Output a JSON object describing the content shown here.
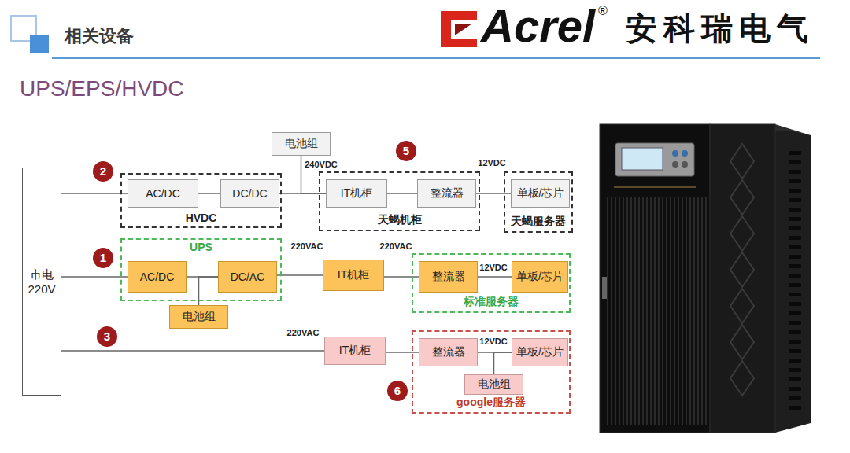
{
  "diagram": {
    "title": "相关设备",
    "nodes": [
      {
        "text": [
          "市电 220V"
        ]
      },
      {
        "text": [
          "HVDC"
        ]
      },
      {
        "text": [
          "AC/DC"
        ],
        "in": 1
      },
      {
        "text": [
          "DC/DC"
        ],
        "in": 1
      },
      {
        "text": [
          "电池组"
        ]
      },
      {
        "text": [
          "天蝎机柜"
        ]
      },
      {
        "text": [
          "IT机柜"
        ],
        "in": 5
      },
      {
        "text": [
          "整流器"
        ],
        "in": 5
      },
      {
        "text": [
          "天蝎服务器"
        ]
      },
      {
        "text": [
          "单板/芯片"
        ],
        "in": 8
      },
      {
        "text": [
          "UPS"
        ]
      },
      {
        "text": [
          "AC/DC"
        ],
        "in": 10
      },
      {
        "text": [
          "DC/AC"
        ],
        "in": 10
      },
      {
        "text": [
          "电池组"
        ]
      },
      {
        "text": [
          "IT机柜"
        ]
      },
      {
        "text": [
          "标准服务器"
        ]
      },
      {
        "text": [
          "整流器"
        ],
        "in": 15
      },
      {
        "text": [
          "单板/芯片"
        ],
        "in": 15
      },
      {
        "text": [
          "IT机柜"
        ]
      },
      {
        "text": [
          "google服务器"
        ]
      },
      {
        "text": [
          "整流器"
        ],
        "in": 19
      },
      {
        "text": [
          "单板/芯片"
        ],
        "in": 19
      },
      {
        "text": [
          "电池组"
        ],
        "in": 19
      }
    ],
    "edges": [
      {
        "from": 0,
        "to": 2,
        "arrow": "none"
      },
      {
        "from": 2,
        "to": 3,
        "arrow": "none"
      },
      {
        "from": 3,
        "to": 6,
        "label": "240VDC",
        "arrow": "none"
      },
      {
        "from": 4,
        "to": 6,
        "arrow": "none"
      },
      {
        "from": 6,
        "to": 7,
        "arrow": "none"
      },
      {
        "from": 7,
        "to": 9,
        "label": "12VDC",
        "arrow": "none"
      },
      {
        "from": 0,
        "to": 11,
        "arrow": "none"
      },
      {
        "from": 11,
        "to": 12,
        "arrow": "none"
      },
      {
        "from": 13,
        "to": 12,
        "arrow": "none"
      },
      {
        "from": 12,
        "to": 14,
        "label": "220VAC",
        "arrow": "none"
      },
      {
        "from": 14,
        "to": 16,
        "label": "220VAC",
        "arrow": "none"
      },
      {
        "from": 16,
        "to": 17,
        "label": "12VDC",
        "arrow": "none"
      },
      {
        "from": 0,
        "to": 18,
        "label": "220VAC",
        "arrow": "none"
      },
      {
        "from": 18,
        "to": 20,
        "arrow": "none"
      },
      {
        "from": 20,
        "to": 21,
        "label": "12VDC",
        "arrow": "none"
      },
      {
        "from": 22,
        "to": 21,
        "arrow": "none"
      }
    ],
    "labels": [
      "UPS/EPS/HVDC",
      "Acrel",
      "®",
      "安科瑞电气",
      "2",
      "5",
      "1",
      "3",
      "6"
    ]
  }
}
